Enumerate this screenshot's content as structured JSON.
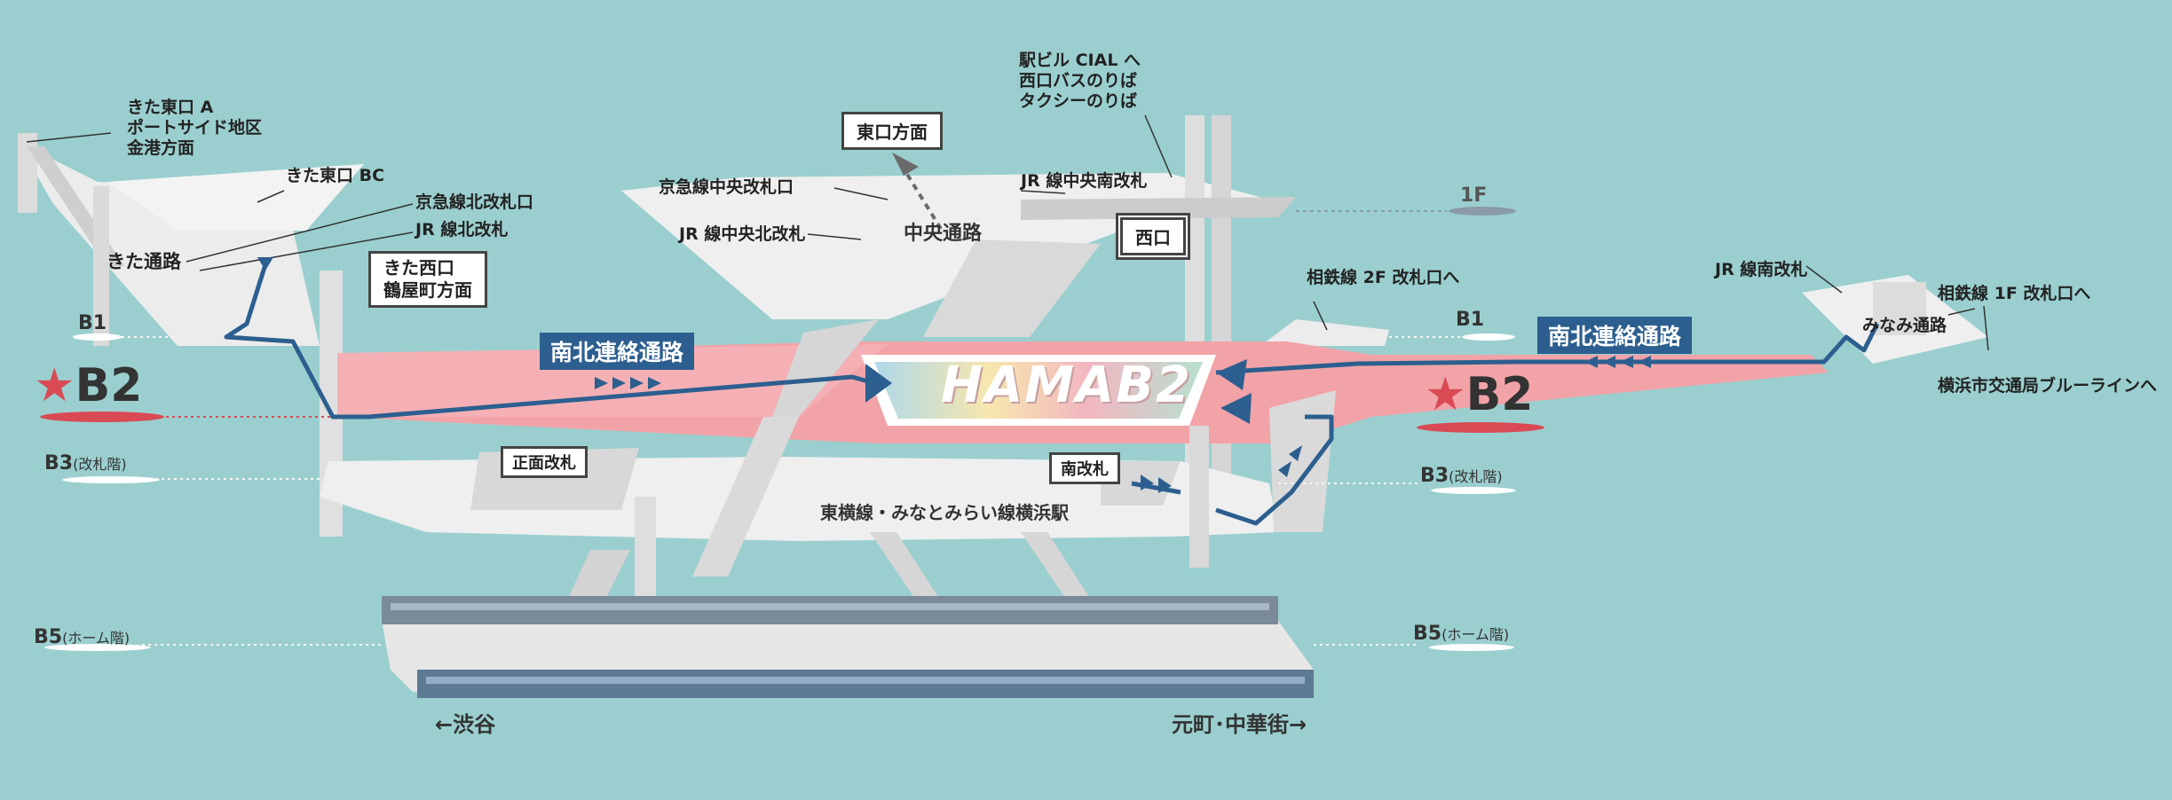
{
  "colors": {
    "background": "#9bcfcf",
    "b2_band": "#f2a3a8",
    "route_line": "#2c5f8f",
    "structure": "#e8e8e8",
    "star": "#d94a55"
  },
  "floors": {
    "b1_left": "B1",
    "b2_left": "B2",
    "b3_left_main": "B3",
    "b3_left_sub": "(改札階)",
    "b5_left_main": "B5",
    "b5_left_sub": "(ホーム階)",
    "f1_right": "1F",
    "b1_right": "B1",
    "b2_right": "B2",
    "b3_right_main": "B3",
    "b3_right_sub": "(改札階)",
    "b5_right_main": "B5",
    "b5_right_sub": "(ホーム階)",
    "star_glyph": "★"
  },
  "labels": {
    "kita_higashi_a_1": "きた東口 A",
    "kita_higashi_a_2": "ポートサイド地区",
    "kita_higashi_a_3": "金港方面",
    "kita_higashi_bc": "きた東口 BC",
    "keikyu_north": "京急線北改札口",
    "jr_north": "JR 線北改札",
    "kita_tsuro": "きた通路",
    "keikyu_central": "京急線中央改札口",
    "jr_central_north": "JR 線中央北改札",
    "central_passage": "中央通路",
    "station_bldg_1": "駅ビル CIAL へ",
    "station_bldg_2": "西口バスのりば",
    "station_bldg_3": "タクシーのりば",
    "jr_central_south": "JR 線中央南改札",
    "sotetsu_2f": "相鉄線 2F 改札口へ",
    "jr_south": "JR 線南改札",
    "sotetsu_1f": "相鉄線 1F 改札口へ",
    "minami_tsuro": "みなみ通路",
    "blue_line": "横浜市交通局ブルーラインへ",
    "station_name": "東横線・みなとみらい線横浜駅",
    "to_shibuya": "←渋谷",
    "to_motomachi": "元町･中華街→"
  },
  "boxes": {
    "east_exit": "東口方面",
    "west_exit": "西口",
    "kita_nishi_1": "きた西口",
    "kita_nishi_2": "鶴屋町方面",
    "main_gate": "正面改札",
    "south_gate": "南改札"
  },
  "banners": {
    "north_south_left": "南北連絡通路",
    "north_south_right": "南北連絡通路"
  },
  "logo": {
    "text": "HAMAB2"
  }
}
